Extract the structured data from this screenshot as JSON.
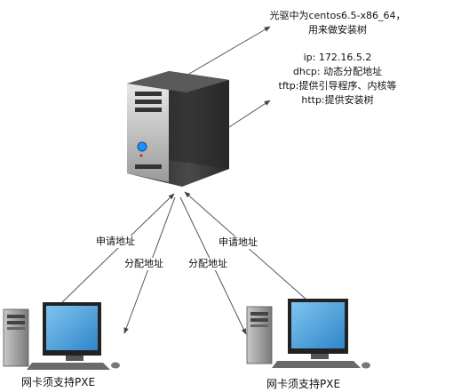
{
  "annotations": {
    "cdrom_line1": "光驱中为centos6.5-x86_64，",
    "cdrom_line2": "用来做安装树",
    "ip": "ip: 172.16.5.2",
    "dhcp": "dhcp: 动态分配地址",
    "tftp": "tftp:提供引导程序、内核等",
    "http": "http:提供安装树"
  },
  "edges": {
    "left_request": "申请地址",
    "left_assign": "分配地址",
    "right_assign": "分配地址",
    "right_request": "申请地址"
  },
  "clients": {
    "left_caption": "网卡须支持PXE",
    "right_caption": "网卡须支持PXE"
  },
  "colors": {
    "line": "#555555",
    "server_body": "#3a3a3a",
    "server_face": "#d8d8d8",
    "screen": "#4aa3df",
    "led": "#1e90ff"
  }
}
